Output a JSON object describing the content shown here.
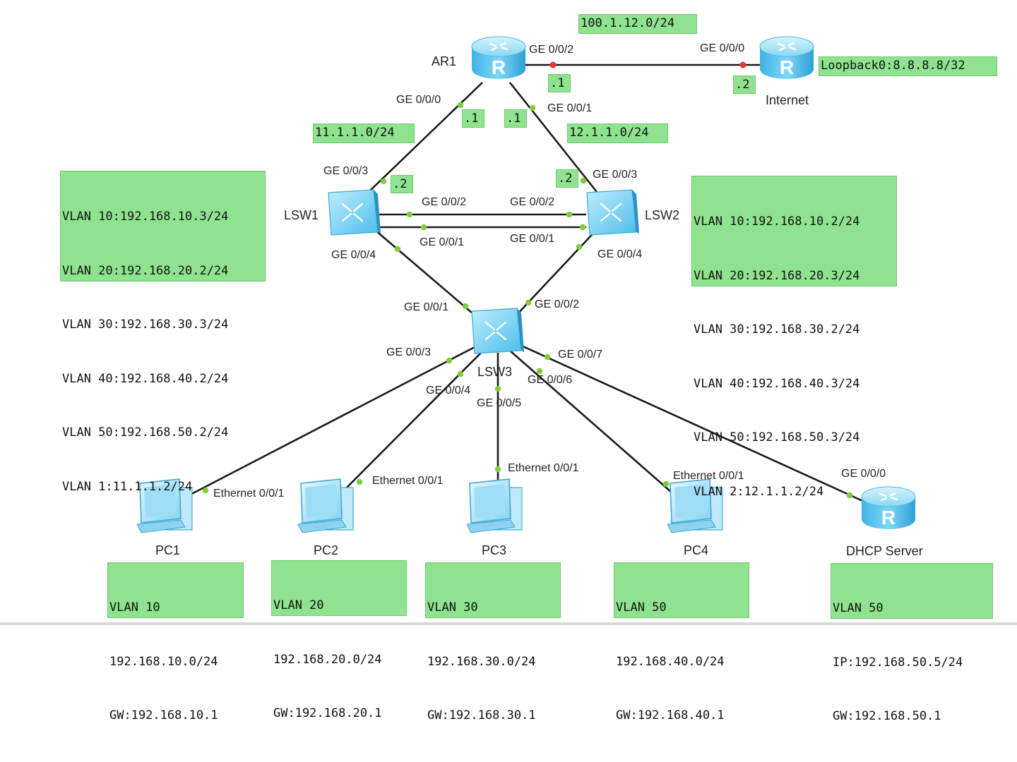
{
  "devices": {
    "ar1": "AR1",
    "internet": "Internet",
    "lsw1": "LSW1",
    "lsw2": "LSW2",
    "lsw3": "LSW3",
    "pc1": "PC1",
    "pc2": "PC2",
    "pc3": "PC3",
    "pc4": "PC4",
    "dhcp": "DHCP Server"
  },
  "ports": {
    "ar1_g002": "GE 0/0/2",
    "inet_g000": "GE 0/0/0",
    "ar1_g000": "GE 0/0/0",
    "ar1_g001": "GE 0/0/1",
    "lsw1_g003": "GE 0/0/3",
    "lsw2_g003": "GE 0/0/3",
    "lsw1_g002": "GE 0/0/2",
    "lsw2_g002": "GE 0/0/2",
    "lsw1_g001": "GE 0/0/1",
    "lsw2_g001": "GE 0/0/1",
    "lsw1_g004": "GE 0/0/4",
    "lsw2_g004": "GE 0/0/4",
    "lsw3_g001": "GE 0/0/1",
    "lsw3_g002": "GE 0/0/2",
    "lsw3_g003": "GE 0/0/3",
    "lsw3_g004": "GE 0/0/4",
    "lsw3_g005": "GE 0/0/5",
    "lsw3_g006": "GE 0/0/6",
    "lsw3_g007": "GE 0/0/7",
    "pc1_eth": "Ethernet 0/0/1",
    "pc2_eth": "Ethernet 0/0/1",
    "pc3_eth": "Ethernet 0/0/1",
    "pc4_eth": "Ethernet 0/0/1",
    "dhcp_g000": "GE 0/0/0"
  },
  "notes": {
    "net_100": "100.1.12.0/24",
    "loopback": "Loopback0:8.8.8.8/32",
    "ar1_g002_ip": ".1",
    "inet_ip": ".2",
    "ar1_g000_ip": ".1",
    "ar1_g001_ip": ".1",
    "net_11": "11.1.1.0/24",
    "net_12": "12.1.1.0/24",
    "lsw1_ip": ".2",
    "lsw2_ip": ".2",
    "lsw1_vlans": [
      "VLAN 10:192.168.10.3/24",
      "VLAN 20:192.168.20.2/24",
      "VLAN 30:192.168.30.3/24",
      "VLAN 40:192.168.40.2/24",
      "VLAN 50:192.168.50.2/24",
      "VLAN 1:11.1.1.2/24"
    ],
    "lsw2_vlans": [
      "VLAN 10:192.168.10.2/24",
      "VLAN 20:192.168.20.3/24",
      "VLAN 30:192.168.30.2/24",
      "VLAN 40:192.168.40.3/24",
      "VLAN 50:192.168.50.3/24",
      "VLAN 2:12.1.1.2/24"
    ],
    "pc1": [
      "VLAN 10",
      "192.168.10.0/24",
      "GW:192.168.10.1"
    ],
    "pc2": [
      "VLAN 20",
      "192.168.20.0/24",
      "GW:192.168.20.1"
    ],
    "pc3": [
      "VLAN 30",
      "192.168.30.0/24",
      "GW:192.168.30.1"
    ],
    "pc4": [
      "VLAN 50",
      "192.168.40.0/24",
      "GW:192.168.40.1"
    ],
    "dhcp": [
      "VLAN 50",
      "IP:192.168.50.5/24",
      "GW:192.168.50.1"
    ]
  },
  "colors": {
    "note_bg": "#8fe38f",
    "link": "#1a1a1a",
    "port_dot": "#7ccf3a",
    "wan_dot": "#e8372c",
    "device_blue": "#5fc7ee"
  }
}
